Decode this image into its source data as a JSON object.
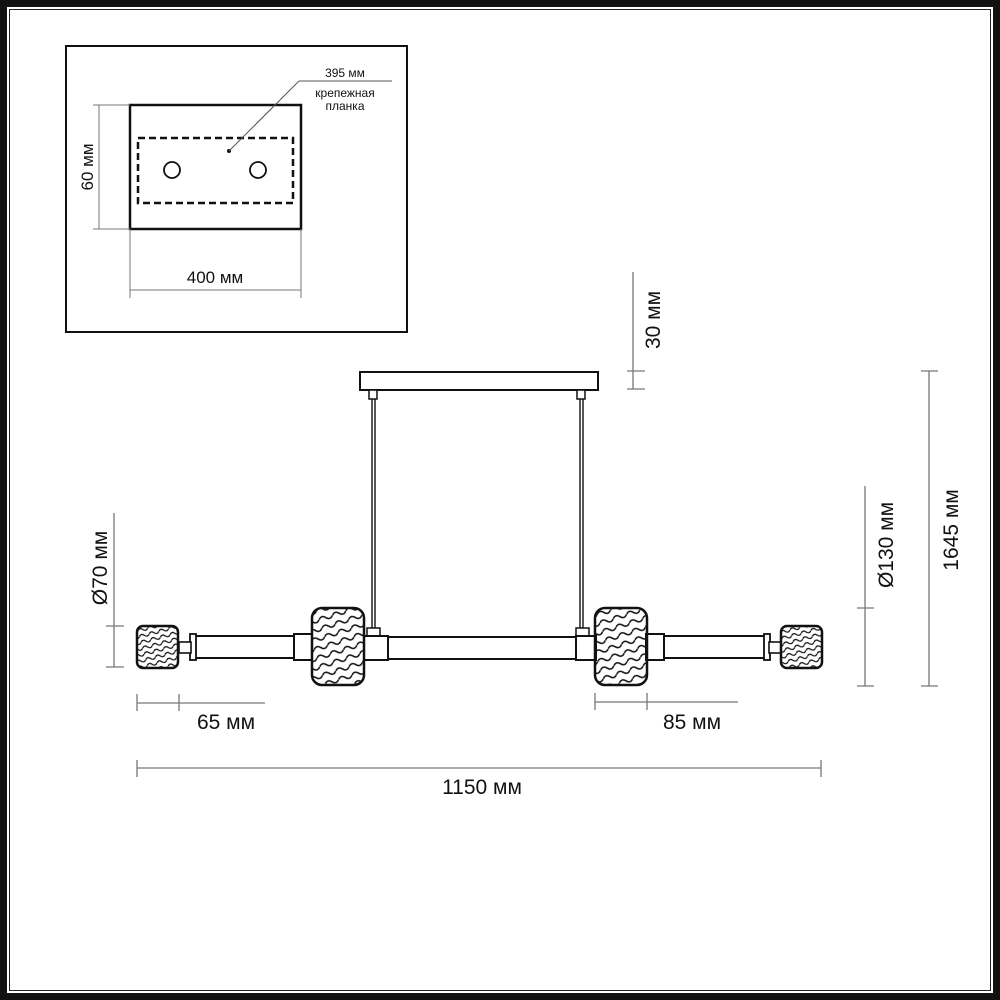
{
  "diagram": {
    "type": "technical-drawing",
    "subject": "linear pendant lamp with canopy and five textured glass shades",
    "units": "мм"
  },
  "inset": {
    "title": "canopy mounting plate (top view)",
    "width_label": "400 мм",
    "height_label": "60 мм",
    "plate_length_label": "395 мм",
    "plate_name_line1": "крепежная",
    "plate_name_line2": "планка"
  },
  "dimensions": {
    "canopy_height": "30 мм",
    "total_height": "1645 мм",
    "large_shade_diameter": "Ø130 мм",
    "small_shade_diameter": "Ø70 мм",
    "small_shade_width": "65 мм",
    "large_shade_width": "85 мм",
    "total_width": "1150 мм"
  },
  "colors": {
    "line": "#111111",
    "dimension_line": "#777777",
    "background": "#ffffff"
  }
}
